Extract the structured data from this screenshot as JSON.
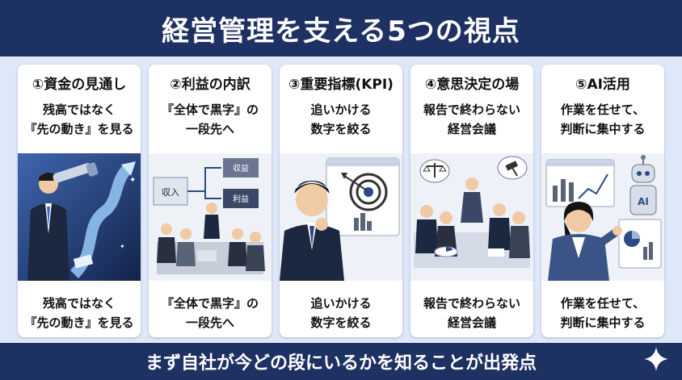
{
  "title": "経営管理を支える5つの視点",
  "footer": "まず自社が今どの段にいるかを知ることが出発点",
  "colors": {
    "navy": "#1e3163",
    "background": "#dfe8f8",
    "card": "#ffffff"
  },
  "cards": [
    {
      "title": "①資金の見通し",
      "sub_top": [
        "残高ではなく",
        "『先の動き』を見る"
      ],
      "sub_bottom": [
        "残高ではなく",
        "『先の動き』を見る"
      ],
      "illustration": "businessman-telescope-arrow"
    },
    {
      "title": "②利益の内訳",
      "sub_top": [
        "『全体で黒字』の",
        "一段先へ"
      ],
      "sub_bottom": [
        "『全体で黒字』の",
        "一段先へ"
      ],
      "illustration": "team-meeting-board",
      "board_labels": [
        "収入",
        "収益",
        "利益"
      ]
    },
    {
      "title": "③重要指標(KPI)",
      "sub_top": [
        "追いかける",
        "数字を絞る"
      ],
      "sub_bottom": [
        "追いかける",
        "数字を絞る"
      ],
      "illustration": "man-thinking-target"
    },
    {
      "title": "④意思決定の場",
      "sub_top": [
        "報告で終わらない",
        "経営会議"
      ],
      "sub_bottom": [
        "報告で終わらない",
        "経営会議"
      ],
      "illustration": "meeting-scale-gavel"
    },
    {
      "title": "⑤AI活用",
      "sub_top": [
        "作業を任せて、",
        "判断に集中する"
      ],
      "sub_bottom": [
        "作業を任せて、",
        "判断に集中する"
      ],
      "illustration": "woman-ai-robot",
      "robot_label": "AI"
    }
  ]
}
